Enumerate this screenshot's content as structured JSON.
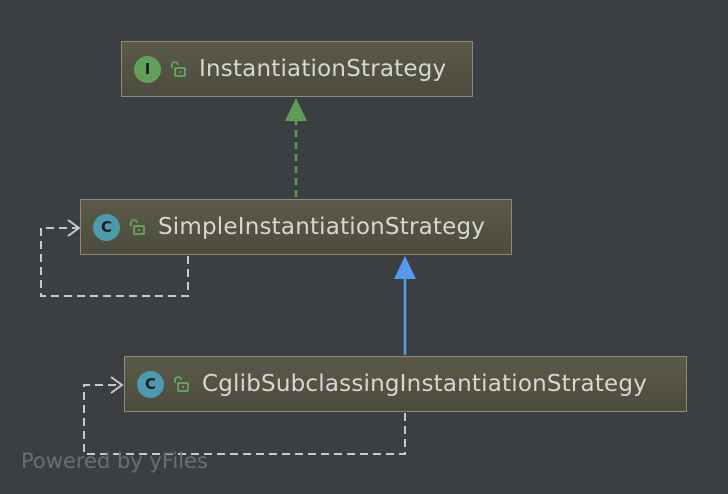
{
  "diagram": {
    "nodes": [
      {
        "id": "instantiation-strategy",
        "kind": "interface",
        "kind_letter": "I",
        "label": "InstantiationStrategy",
        "lock_icon": "unlocked-padlock-icon"
      },
      {
        "id": "simple-instantiation-strategy",
        "kind": "class",
        "kind_letter": "C",
        "label": "SimpleInstantiationStrategy",
        "lock_icon": "unlocked-padlock-icon"
      },
      {
        "id": "cglib-subclassing-instantiation-strategy",
        "kind": "class",
        "kind_letter": "C",
        "label": "CglibSubclassingInstantiationStrategy",
        "lock_icon": "unlocked-padlock-icon"
      }
    ],
    "edges": [
      {
        "from": "simple-instantiation-strategy",
        "to": "instantiation-strategy",
        "type": "implements",
        "style": "dashed",
        "color": "#5e9b55"
      },
      {
        "from": "cglib-subclassing-instantiation-strategy",
        "to": "simple-instantiation-strategy",
        "type": "extends",
        "style": "solid",
        "color": "#5599ee"
      },
      {
        "from": "simple-instantiation-strategy",
        "to": "simple-instantiation-strategy",
        "type": "self-reference",
        "style": "dashed",
        "color": "#c8c8c8"
      },
      {
        "from": "cglib-subclassing-instantiation-strategy",
        "to": "cglib-subclassing-instantiation-strategy",
        "type": "self-reference",
        "style": "dashed",
        "color": "#c8c8c8"
      }
    ],
    "colors": {
      "background": "#3c3f41",
      "interface_badge": "#62a05a",
      "class_badge": "#4b9bad",
      "implements_arrow": "#5e9b55",
      "extends_arrow": "#5599ee",
      "self_edge": "#c8c8c8"
    }
  },
  "watermark": "Powered by yFiles"
}
